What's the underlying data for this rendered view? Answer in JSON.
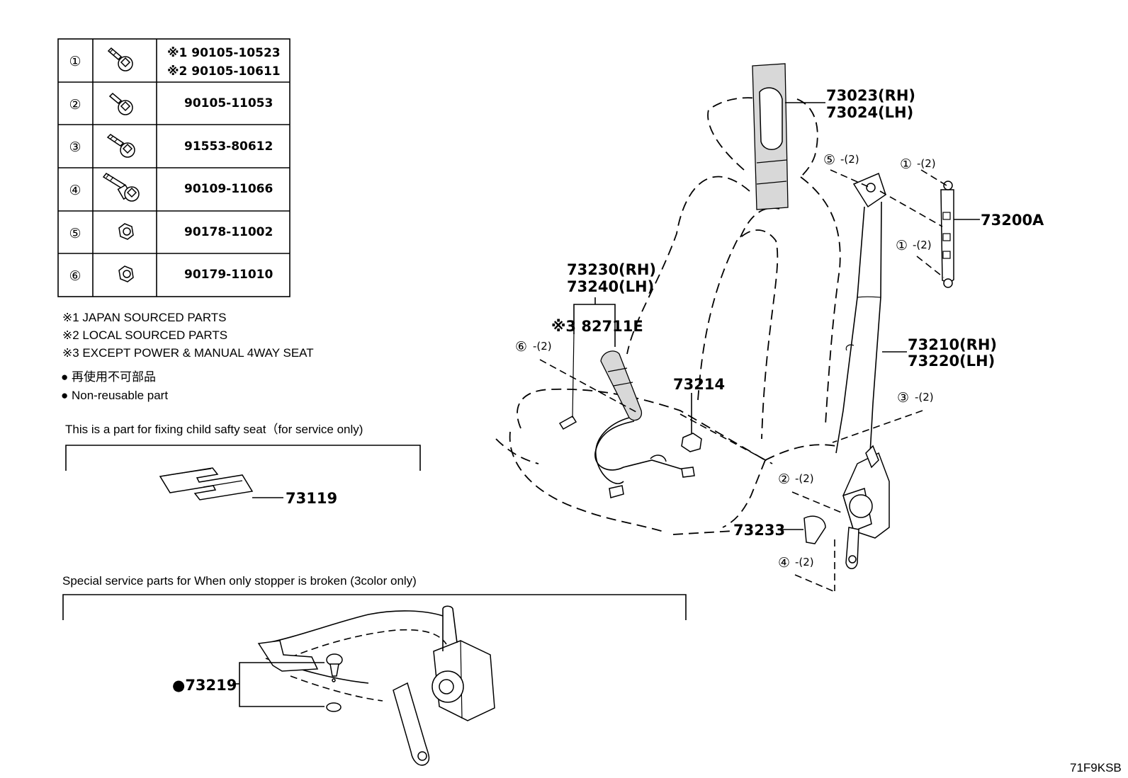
{
  "table": {
    "rows": [
      {
        "index": "①",
        "icon": "bolt-icon",
        "line1": "※1 90105-10523",
        "line2": "※2 90105-10611"
      },
      {
        "index": "②",
        "icon": "bolt-icon",
        "line1": "90105-11053",
        "line2": ""
      },
      {
        "index": "③",
        "icon": "bolt-icon",
        "line1": "91553-80612",
        "line2": ""
      },
      {
        "index": "④",
        "icon": "stud-bolt-icon",
        "line1": "90109-11066",
        "line2": ""
      },
      {
        "index": "⑤",
        "icon": "nut-icon",
        "line1": "90178-11002",
        "line2": ""
      },
      {
        "index": "⑥",
        "icon": "nut-icon",
        "line1": "90179-11010",
        "line2": ""
      }
    ]
  },
  "notes": {
    "n1": "※1  JAPAN SOURCED PARTS",
    "n2": "※2  LOCAL SOURCED PARTS",
    "n3": "※3  EXCEPT POWER & MANUAL 4WAY SEAT",
    "nonreusable_jp": "● 再使用不可部品",
    "nonreusable_en": "● Non-reusable part"
  },
  "child_seat_box": {
    "caption": "This is a part for fixing child safty seat（for service only)",
    "part": "73119"
  },
  "stopper_box": {
    "caption": "Special service parts for When only stopper is broken (3color only)",
    "part": "●73219"
  },
  "labels": {
    "p73023": "73023(RH)",
    "p73024": "73024(LH)",
    "p73200A": "73200A",
    "p73230": "73230(RH)",
    "p73240": "73240(LH)",
    "p82711E": "※3 82711E",
    "p73214": "73214",
    "p73210": "73210(RH)",
    "p73220": "73220(LH)",
    "p73233": "73233",
    "c5": "⑤",
    "c5q": "-(2)",
    "c1a": "①",
    "c1aq": "-(2)",
    "c1b": "①",
    "c1bq": "-(2)",
    "c6": "⑥",
    "c6q": "-(2)",
    "c3": "③",
    "c3q": "-(2)",
    "c2": "②",
    "c2q": "-(2)",
    "c4": "④",
    "c4q": "-(2)"
  },
  "diagram_code": "71F9KSB"
}
